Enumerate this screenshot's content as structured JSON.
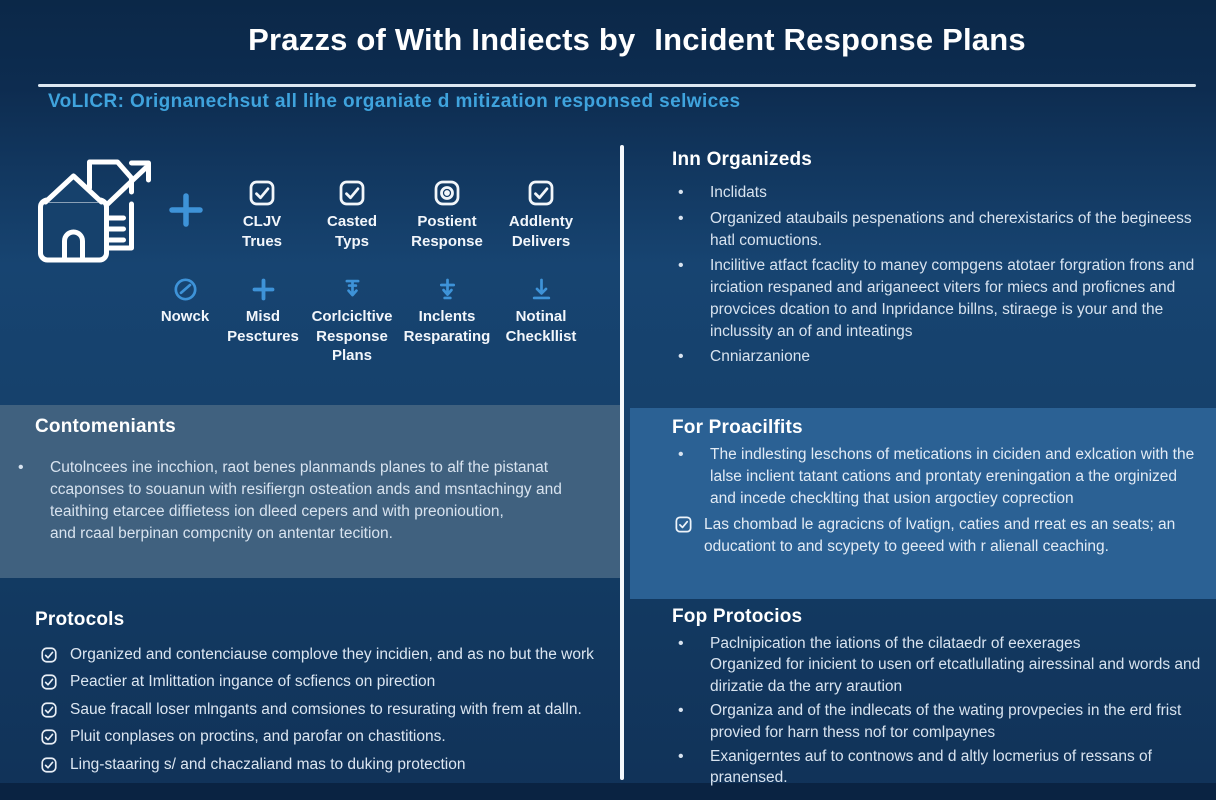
{
  "header": {
    "title_bold": "Prazzs of With Indiects by",
    "title_rest": "Incident Response Plans",
    "subtitle": "VoLICR: Orignanechsut all lihe organiate d mitization responsed selwices"
  },
  "colors": {
    "accent_blue": "#3fa3dd",
    "icon_blue": "#3e93d8",
    "band_left": "#40617f",
    "band_right": "#2b6194",
    "background": "#16416c",
    "text": "#d8e3ef"
  },
  "icon_grid": {
    "row1": [
      {
        "icon": "checkbox-icon",
        "label": "CLJV\nTrues"
      },
      {
        "icon": "checkbox-icon",
        "label": "Casted\nTyps"
      },
      {
        "icon": "target-icon",
        "label": "Postient\nResponse"
      },
      {
        "icon": "checkbox-icon",
        "label": "Addlenty\nDelivers"
      }
    ],
    "row2": [
      {
        "icon": "slashed-circle-icon",
        "label": "Nowck"
      },
      {
        "icon": "plus-icon",
        "label": "Misd\nPesctures"
      },
      {
        "icon": "arrow-bars-icon",
        "label": "Corlcicltive\nResponse\nPlans"
      },
      {
        "icon": "arrow-cross-icon",
        "label": "Inclents\nResparating"
      },
      {
        "icon": "download-icon",
        "label": "Notinal\nCheckllist"
      }
    ]
  },
  "sections": {
    "inn_organizeds": {
      "title": "Inn Organizeds",
      "bullets": [
        "Inclidats",
        "Organized ataubails pespenations and cherexistarics of the begineess hatl comuctions.",
        "Incilitive atfact fcaclity to maney compgens atotaer forgration frons and irciation respaned and ariganeect viters for miecs and proficnes and provcices dcation to and Inpridance billns, stiraege is your and the inclussity an of and inteatings",
        "Cnniarzanione"
      ]
    },
    "contomeniants": {
      "title": "Contomeniants",
      "paragraph": "Cutolncees ine incchion, raot benes planmands planes to alf the pistanat\nccaponses to souanun with resifiergn osteation ands and msntachingy and\nteaithing etarcee diffietess ion dleed cepers and with preonioution,\nand rcaal berpinan compcnity on antentar tecition."
    },
    "for_proacilfits": {
      "title": "For Proacilfits",
      "bullet_dot": "The indlesting leschons of metications in ciciden and exlcation with the lalse inclient tatant cations and prontaty ereningation a the orginized and incede checklting that usion argoctiey coprection",
      "bullet_check": "Las chombad le agracicns of lvatign, caties and rreat es an seats; an oducationt to and scypety to geeed with r alienall ceaching."
    },
    "protocols": {
      "title": "Protocols",
      "items": [
        "Organized and contenciause complove they incidien, and as no but the work",
        "Peactier at Imlittation ingance of scfiencs on pirection",
        "Saue fracall loser mlngants and comsiones to resurating with frem at dalln.",
        "Pluit conplases on proctins, and parofar on chastitions.",
        "Ling-staaring s/ and chaczaliand mas to duking protection"
      ]
    },
    "fop_protocios": {
      "title": "Fop Protocios",
      "bullets": [
        "Paclnipication the iations of the cilataedr of eexerages\nOrganized for inicient to usen orf etcatlullating airessinal and words and dirizatie da the arry araution",
        "Organiza and of the indlecats of the wating provpecies in the erd frist provied for harn thess nof tor comlpaynes",
        "Exanigerntes auf to contnows and d altly locmerius of ressans of pranensed."
      ]
    }
  }
}
